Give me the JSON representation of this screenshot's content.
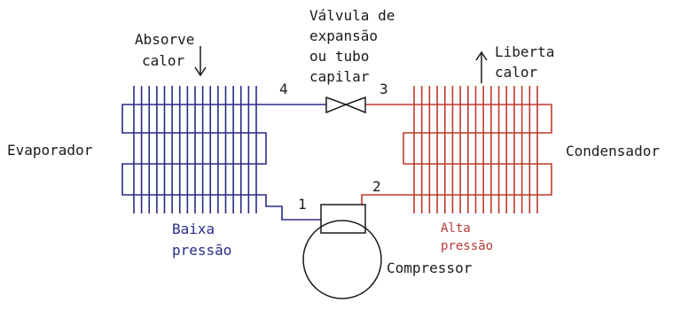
{
  "labels": {
    "absorve_line1": "Absorve",
    "absorve_line2": "calor",
    "valve_line1": "Válvula de",
    "valve_line2": "expansão",
    "valve_line3": "ou tubo",
    "valve_line4": "capilar",
    "liberta_line1": "Liberta",
    "liberta_line2": "calor",
    "evaporador": "Evaporador",
    "condensador": "Condensador",
    "compressor": "Compressor",
    "baixa_line1": "Baixa",
    "baixa_line2": "pressão",
    "alta_line1": "Alta",
    "alta_line2": "pressão"
  },
  "points": {
    "p1": "1",
    "p2": "2",
    "p3": "3",
    "p4": "4"
  },
  "colors": {
    "low_pressure": "#2a2a8a",
    "high_pressure": "#c0392b",
    "ink": "#1a1a1a"
  }
}
